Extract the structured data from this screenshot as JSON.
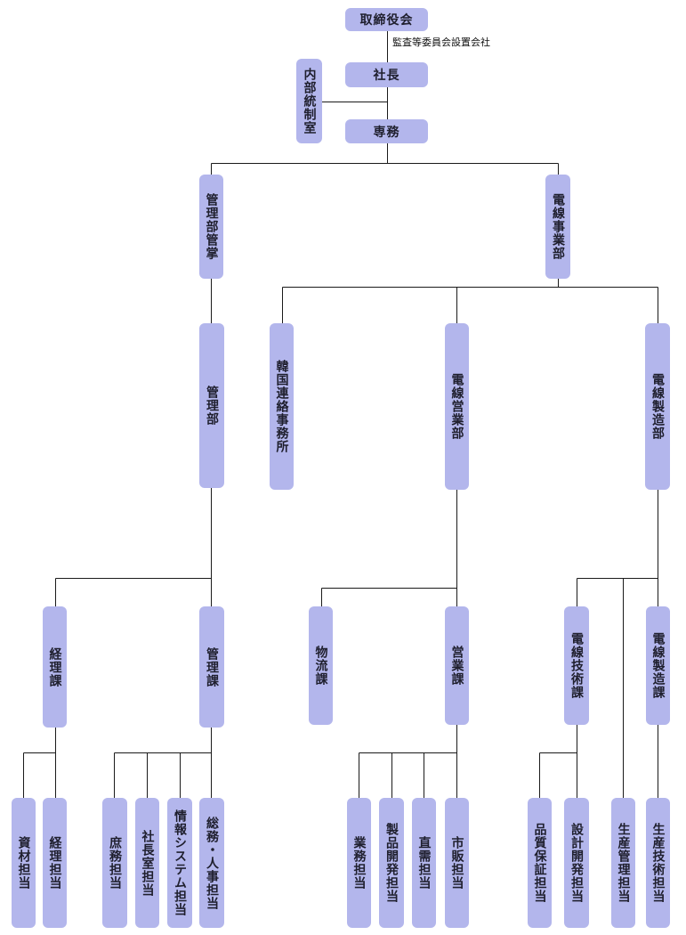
{
  "org": {
    "board": "取締役会",
    "board_note": "監査等委員会設置会社",
    "president": "社長",
    "audit": "内部統制室",
    "senmu": "専務",
    "admin_div": "管理部管掌",
    "wire_div": "電線事業部",
    "admin_dept": "管理部",
    "korea": "韓国連絡事務所",
    "wire_sales": "電線営業部",
    "wire_mfg": "電線製造部",
    "accounting_sec": "経理課",
    "admin_sec": "管理課",
    "logistics_sec": "物流課",
    "sales_sec": "営業課",
    "wire_tech_sec": "電線技術課",
    "wire_mfg_sec": "電線製造課",
    "materials": "資材担当",
    "accounting": "経理担当",
    "general_affairs": "庶務担当",
    "president_office": "社長室担当",
    "info_system": "情報システム担当",
    "hr": "総務・人事担当",
    "business": "業務担当",
    "product_dev": "製品開発担当",
    "direct_demand": "直需担当",
    "retail": "市販担当",
    "quality": "品質保証担当",
    "design_dev": "設計開発担当",
    "production_mgmt": "生産管理担当",
    "production_tech": "生産技術担当"
  },
  "colors": {
    "box_fill": "#b3b6ec",
    "line": "#1a1a1a",
    "text": "#1f1f2e"
  }
}
